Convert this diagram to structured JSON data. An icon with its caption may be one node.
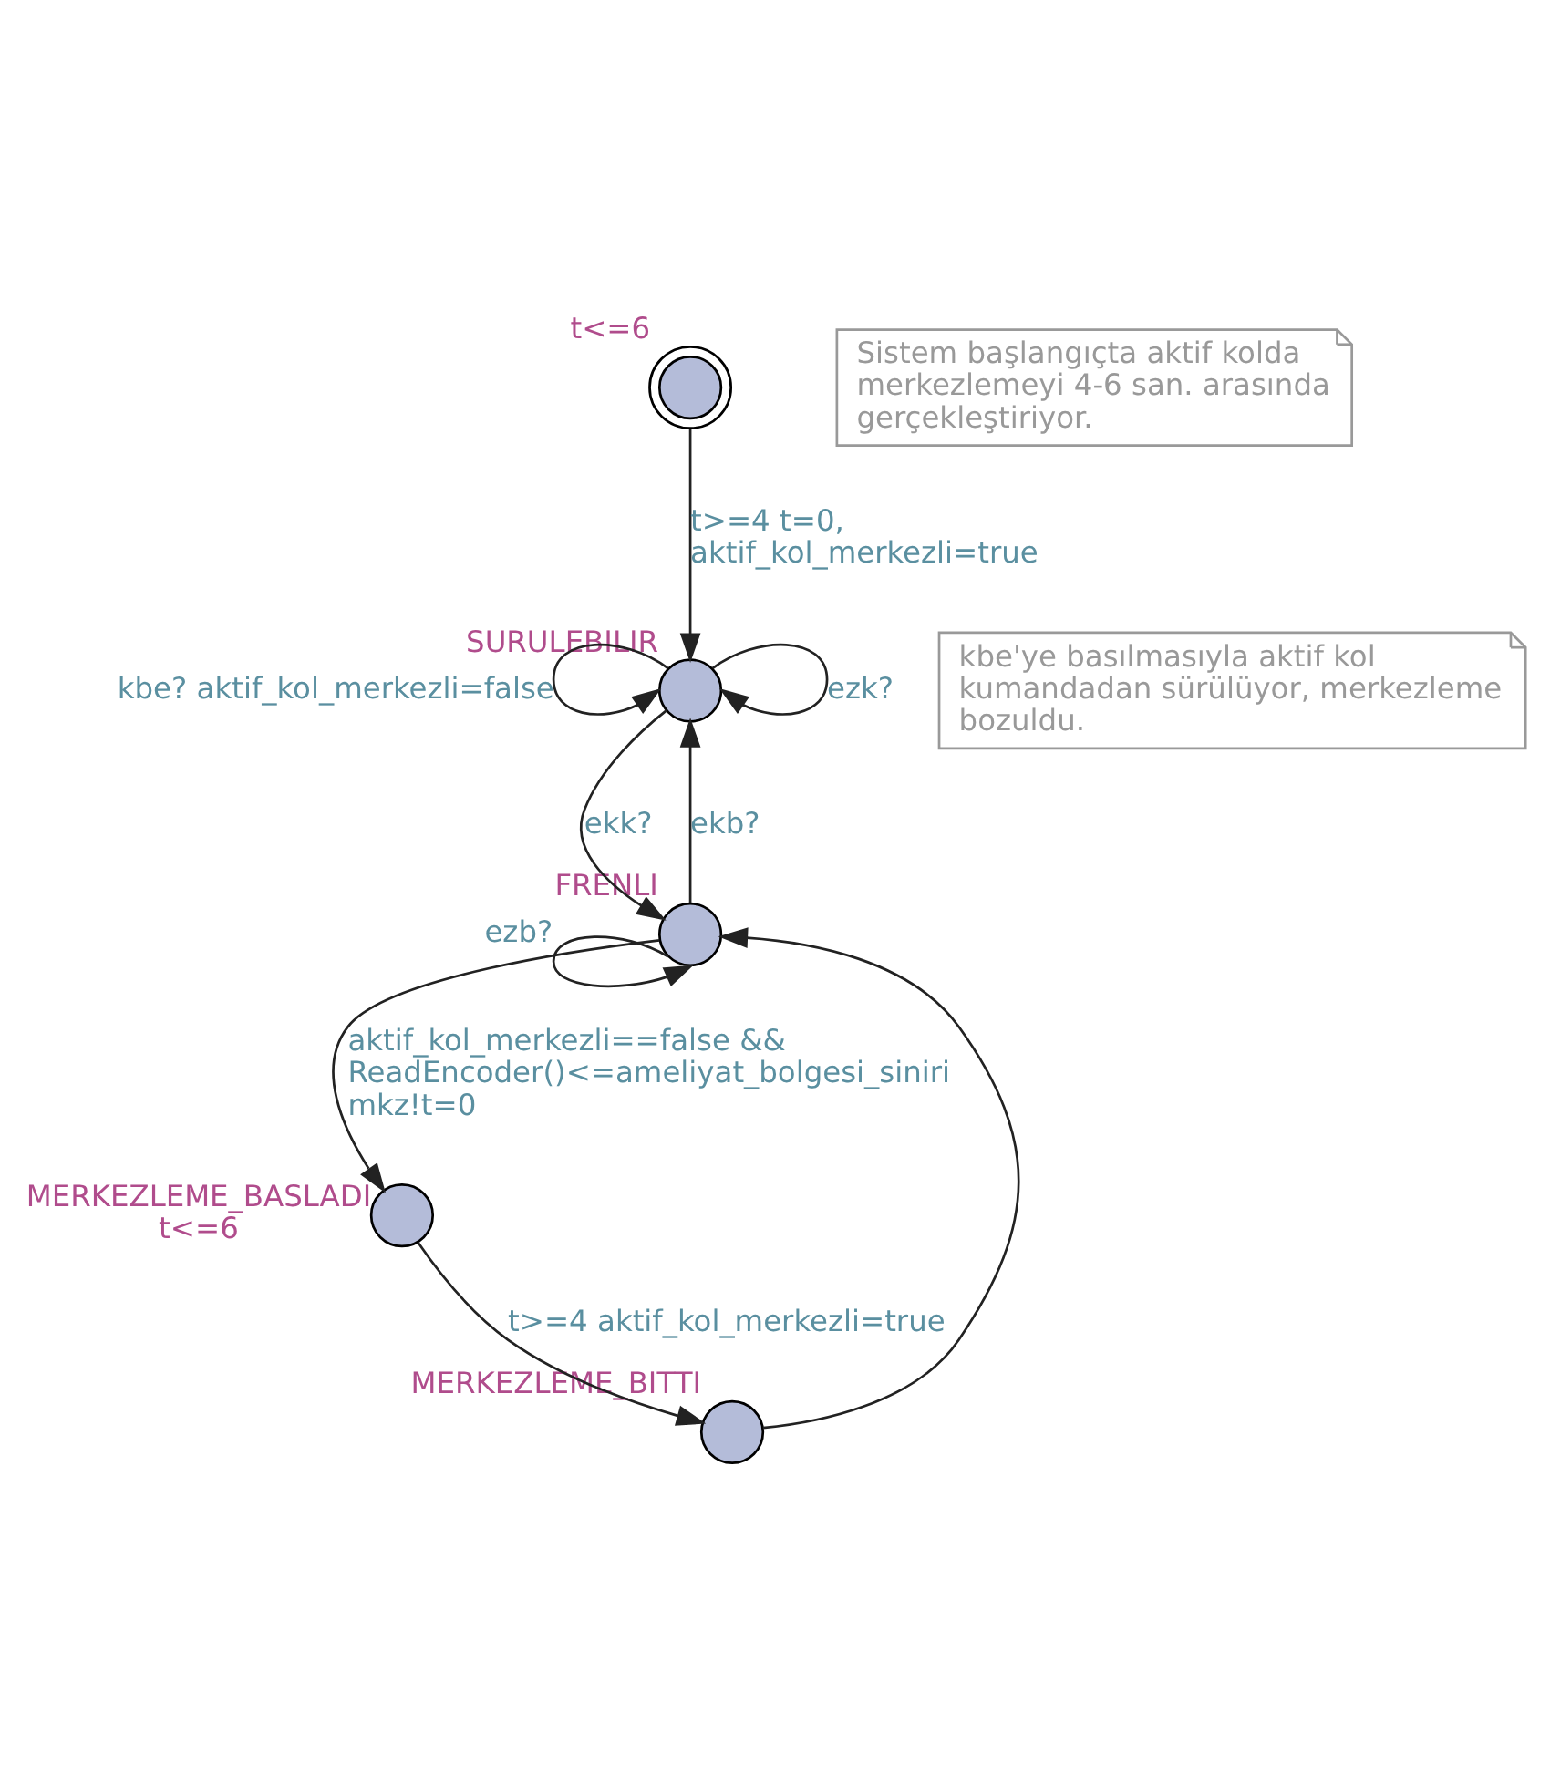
{
  "diagram": {
    "nodes": [
      {
        "text": [],
        "shape": "circle",
        "beside": [
          "t<=6"
        ]
      },
      {
        "text": [],
        "shape": "circle",
        "beside": [
          "SURULEBILIR"
        ]
      },
      {
        "text": [],
        "shape": "circle",
        "beside": [
          "FRENLI"
        ]
      },
      {
        "text": [],
        "shape": "circle",
        "beside": [
          "MERKEZLEME_BASLADI",
          "t<=6"
        ]
      },
      {
        "text": [],
        "shape": "circle",
        "beside": [
          "MERKEZLEME_BITTI"
        ]
      },
      {
        "text": [
          "Sistem başlangıçta aktif kolda merkezlemeyi 4-6 san. arasında gerçekleştiriyor."
        ]
      },
      {
        "text": [
          "kbe'ye basılmasıyla aktif kol kumandadan sürülüyor, merkezleme bozuldu."
        ]
      }
    ],
    "edges": [
      {
        "from": 0,
        "to": 1,
        "arrow": "to",
        "label": "t>=4 t=0, aktif_kol_merkezli=true"
      },
      {
        "from": 1,
        "to": 1,
        "arrow": "to",
        "label": "kbe? aktif_kol_merkezli=false"
      },
      {
        "from": 1,
        "to": 1,
        "arrow": "to",
        "label": "ezk?"
      },
      {
        "from": 1,
        "to": 2,
        "arrow": "to",
        "label": "ekk?"
      },
      {
        "from": 2,
        "to": 1,
        "arrow": "to",
        "label": "ekb?"
      },
      {
        "from": 2,
        "to": 2,
        "arrow": "to",
        "label": "ezb?"
      },
      {
        "from": 2,
        "to": 3,
        "arrow": "to",
        "label": "aktif_kol_merkezli==false && ReadEncoder()<=ameliyat_bolgesi_siniri mkz!t=0"
      },
      {
        "from": 3,
        "to": 4,
        "arrow": "to",
        "label": "t>=4 aktif_kol_merkezli=true"
      },
      {
        "from": 4,
        "to": 2,
        "arrow": "to"
      }
    ]
  }
}
